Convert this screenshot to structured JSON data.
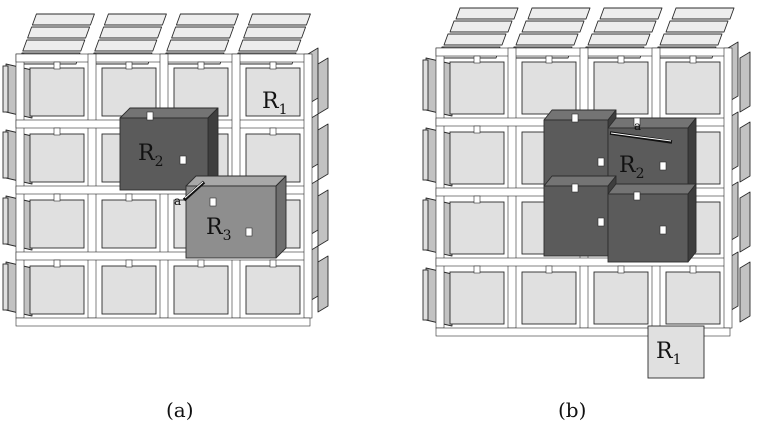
{
  "panels": [
    {
      "caption": "(a)",
      "regions": [
        {
          "name": "R",
          "sub": "1"
        },
        {
          "name": "R",
          "sub": "2"
        },
        {
          "name": "R",
          "sub": "3"
        }
      ],
      "edge_label": "a"
    },
    {
      "caption": "(b)",
      "regions": [
        {
          "name": "R",
          "sub": "1"
        },
        {
          "name": "R",
          "sub": "2"
        }
      ],
      "edge_label": "a"
    }
  ],
  "colors": {
    "light_face": "#e0e0e0",
    "light_side": "#c2c2c2",
    "light_top": "#ededed",
    "dark_face": "#5b5b5b",
    "dark_side": "#3e3e3e",
    "dark_top": "#747474",
    "mid_face": "#8e8e8e",
    "mid_side": "#6e6e6e",
    "mid_top": "#a8a8a8",
    "stroke": "#2c2c2c"
  }
}
